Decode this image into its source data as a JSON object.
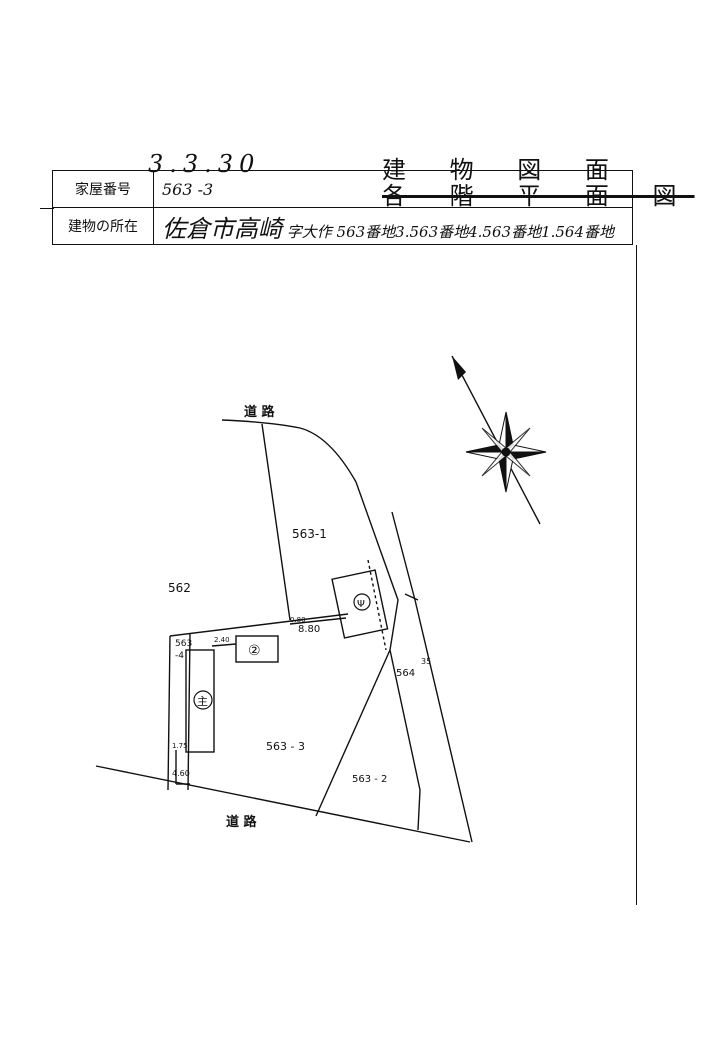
{
  "header": {
    "date_note": "3.3.30",
    "title": "建 物 図 面",
    "subtitle": "各 階 平 面 図",
    "house_number_label": "家屋番号",
    "house_number_value": "563 -3",
    "location_label": "建物の所在",
    "location_city": "佐倉市高崎",
    "location_detail": "字大作 563番地3.563番地4.563番地1.564番地"
  },
  "plan": {
    "road_top": "道 路",
    "road_bottom": "道 路",
    "lot_563_1": "563-1",
    "lot_562": "562",
    "lot_563_3": "563 - 3",
    "lot_563_2": "563 - 2",
    "lot_564": "564",
    "lot_563_4": "563",
    "lot_563_4_sub": "-4",
    "dim_8_80": "8.80",
    "dim_0_80": "0.80",
    "dim_2_40": "2.40",
    "dim_1_75": "1.75",
    "dim_4_60": "4.60",
    "dim_35": "35",
    "building_main": "主",
    "building_2": "②",
    "building_3": "Ψ",
    "compass_north": "north-arrow-icon"
  }
}
